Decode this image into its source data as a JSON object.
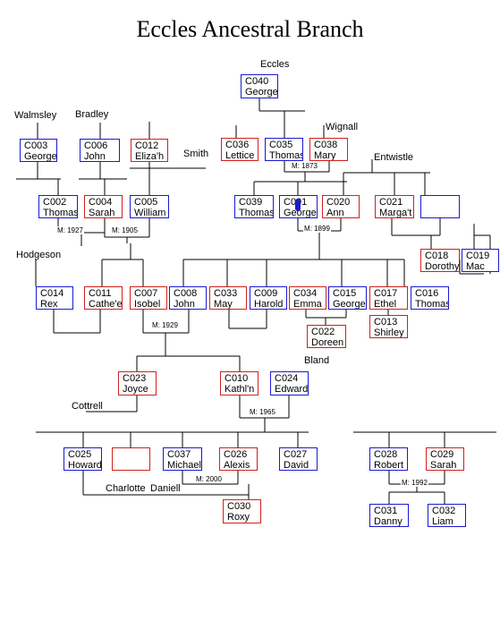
{
  "title": "Eccles Ancestral Branch",
  "colors": {
    "male": "#1a1ad0",
    "female": "#d02020"
  },
  "surnames": [
    {
      "id": "eccles",
      "text": "Eccles"
    },
    {
      "id": "walmsley",
      "text": "Walmsley"
    },
    {
      "id": "bradley",
      "text": "Bradley"
    },
    {
      "id": "wignall",
      "text": "Wignall"
    },
    {
      "id": "smith",
      "text": "Smith"
    },
    {
      "id": "entwistle",
      "text": "Entwistle"
    },
    {
      "id": "hodgeson",
      "text": "Hodgeson"
    },
    {
      "id": "bland",
      "text": "Bland"
    },
    {
      "id": "cottrell",
      "text": "Cottrell"
    },
    {
      "id": "charlotte",
      "text": "Charlotte"
    },
    {
      "id": "daniell",
      "text": "Daniell"
    }
  ],
  "people": [
    {
      "id": "C040",
      "name": "George",
      "sex": "m"
    },
    {
      "id": "C003",
      "name": "George",
      "sex": "m"
    },
    {
      "id": "C006",
      "name": "John",
      "sex": "m"
    },
    {
      "id": "C012",
      "name": "Eliza'h",
      "sex": "f"
    },
    {
      "id": "C036",
      "name": "Lettice",
      "sex": "f"
    },
    {
      "id": "C035",
      "name": "Thomas",
      "sex": "m"
    },
    {
      "id": "C038",
      "name": "Mary",
      "sex": "f"
    },
    {
      "id": "C002",
      "name": "Thomas",
      "sex": "m"
    },
    {
      "id": "C004",
      "name": "Sarah",
      "sex": "f"
    },
    {
      "id": "C005",
      "name": "William",
      "sex": "m"
    },
    {
      "id": "C039",
      "name": "Thomas",
      "sex": "m"
    },
    {
      "id": "C001",
      "name": "George",
      "sex": "m"
    },
    {
      "id": "C020",
      "name": "Ann",
      "sex": "f"
    },
    {
      "id": "C021",
      "name": "Marga't",
      "sex": "f"
    },
    {
      "id": "",
      "name": "",
      "sex": "m"
    },
    {
      "id": "C018",
      "name": "Dorothy",
      "sex": "f"
    },
    {
      "id": "C019",
      "name": "Mac",
      "sex": "m"
    },
    {
      "id": "C014",
      "name": "Rex",
      "sex": "m"
    },
    {
      "id": "C011",
      "name": "Cathe'e",
      "sex": "f"
    },
    {
      "id": "C007",
      "name": "Isobel",
      "sex": "f"
    },
    {
      "id": "C008",
      "name": "John",
      "sex": "m"
    },
    {
      "id": "C033",
      "name": "May",
      "sex": "f"
    },
    {
      "id": "C009",
      "name": "Harold",
      "sex": "m"
    },
    {
      "id": "C034",
      "name": "Emma",
      "sex": "f"
    },
    {
      "id": "C015",
      "name": "George",
      "sex": "m"
    },
    {
      "id": "C017",
      "name": "Ethel",
      "sex": "f"
    },
    {
      "id": "C016",
      "name": "Thomas",
      "sex": "m"
    },
    {
      "id": "C013",
      "name": "Shirley",
      "sex": "f"
    },
    {
      "id": "C022",
      "name": "Doreen",
      "sex": "f"
    },
    {
      "id": "C023",
      "name": "Joyce",
      "sex": "f"
    },
    {
      "id": "C010",
      "name": "Kathl'n",
      "sex": "f"
    },
    {
      "id": "C024",
      "name": "Edward",
      "sex": "m"
    },
    {
      "id": "C025",
      "name": "Howard",
      "sex": "m"
    },
    {
      "id": "",
      "name": "",
      "sex": "f"
    },
    {
      "id": "C037",
      "name": "Michael",
      "sex": "m"
    },
    {
      "id": "C026",
      "name": "Alexis",
      "sex": "f"
    },
    {
      "id": "C027",
      "name": "David",
      "sex": "m"
    },
    {
      "id": "C028",
      "name": "Robert",
      "sex": "m"
    },
    {
      "id": "C029",
      "name": "Sarah",
      "sex": "f"
    },
    {
      "id": "C030",
      "name": "Roxy",
      "sex": "f"
    },
    {
      "id": "C031",
      "name": "Danny",
      "sex": "m"
    },
    {
      "id": "C032",
      "name": "Liam",
      "sex": "m"
    }
  ],
  "marriages": [
    {
      "id": "m1873",
      "text": "M: 1873"
    },
    {
      "id": "m1927",
      "text": "M: 1927"
    },
    {
      "id": "m1905",
      "text": "M: 1905"
    },
    {
      "id": "m1899",
      "text": "M: 1899"
    },
    {
      "id": "m1929",
      "text": "M: 1929"
    },
    {
      "id": "m1965",
      "text": "M: 1965"
    },
    {
      "id": "m2000",
      "text": "M: 2000"
    },
    {
      "id": "m1992",
      "text": "M: 1992"
    }
  ]
}
